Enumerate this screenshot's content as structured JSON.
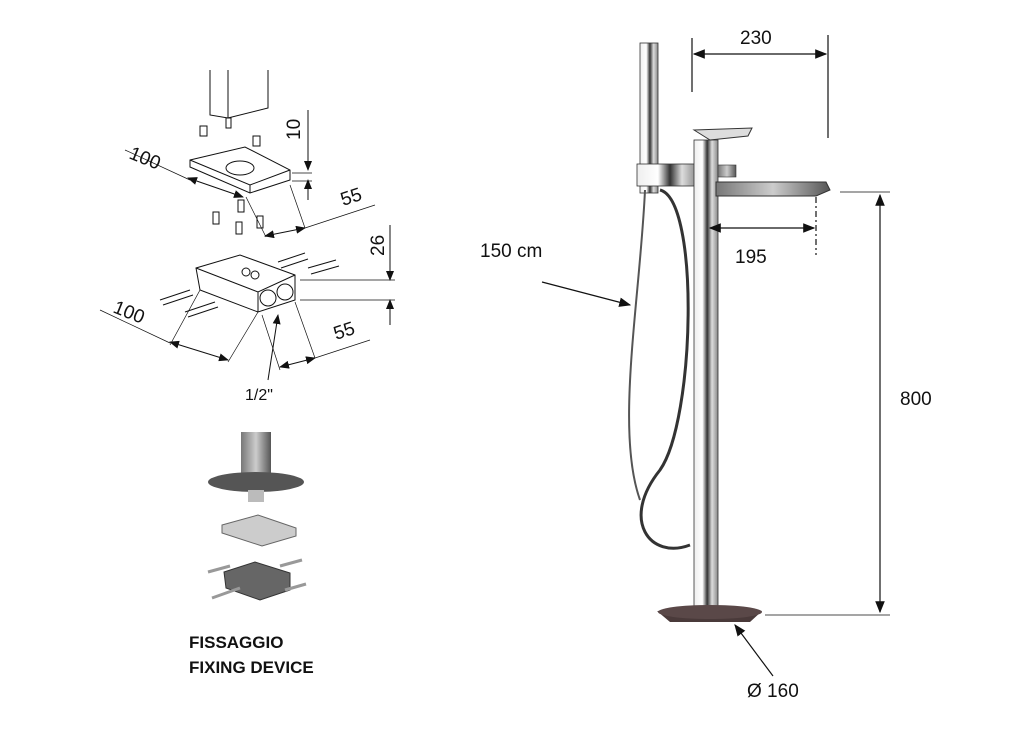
{
  "left_detail": {
    "plate_length": "100",
    "plate_thickness": "10",
    "plate_width": "55",
    "block_height": "26",
    "block_length": "100",
    "block_width": "55",
    "thread_size": "1/2\""
  },
  "caption": {
    "line1": "FISSAGGIO",
    "line2": "FIXING DEVICE"
  },
  "main_drawing": {
    "reach_total": "230",
    "spout_reach": "195",
    "hose_length": "150 cm",
    "height": "800",
    "base_diameter": "Ø 160"
  },
  "colors": {
    "line": "#111111",
    "chrome_dark": "#3a3a3a",
    "base": "#4a3a3a"
  }
}
